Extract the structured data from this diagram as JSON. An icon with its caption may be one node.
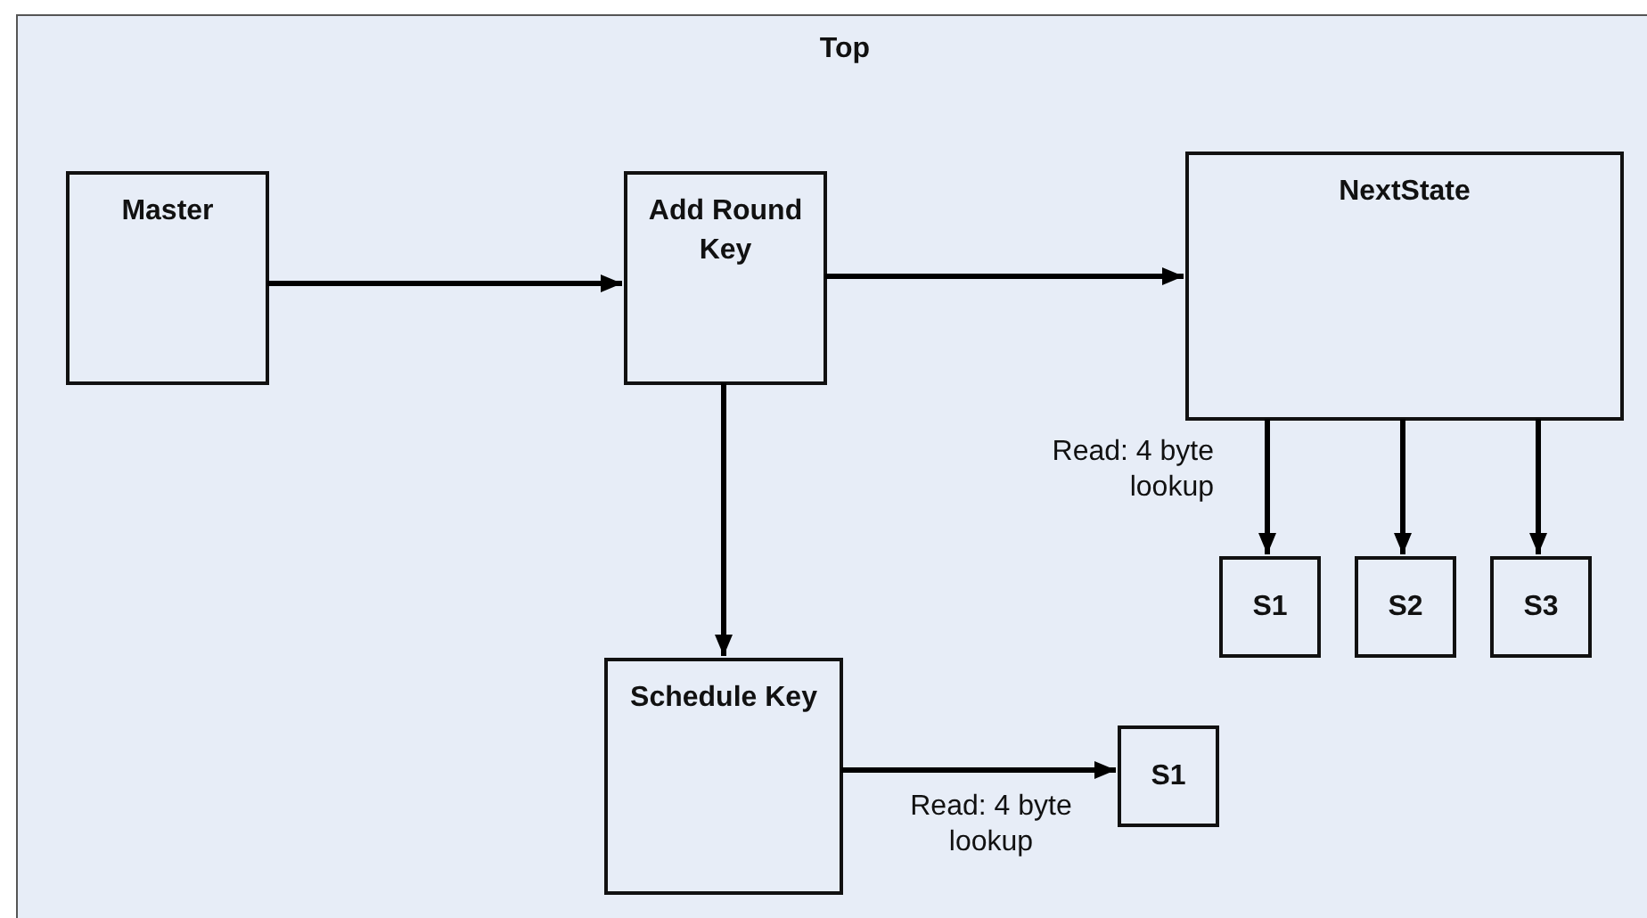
{
  "diagram": {
    "nodes": [
      {
        "text": [
          "Top"
        ]
      },
      {
        "text": [
          "Master"
        ],
        "in": 0
      },
      {
        "text": [
          "Add Round Key"
        ],
        "in": 0
      },
      {
        "text": [
          "NextState"
        ],
        "in": 0
      },
      {
        "text": [
          "S1"
        ],
        "in": 0
      },
      {
        "text": [
          "S2"
        ],
        "in": 0
      },
      {
        "text": [
          "S3"
        ],
        "in": 0
      },
      {
        "text": [
          "Schedule Key"
        ],
        "in": 0
      },
      {
        "text": [
          "S1"
        ],
        "in": 0
      }
    ],
    "edges": [
      {
        "from": 1,
        "to": 2,
        "arrow": "to"
      },
      {
        "from": 2,
        "to": 3,
        "arrow": "to"
      },
      {
        "from": 2,
        "to": 7,
        "arrow": "to"
      },
      {
        "from": 3,
        "to": 4,
        "arrow": "to",
        "label": "Read: 4 byte lookup"
      },
      {
        "from": 3,
        "to": 5,
        "arrow": "to"
      },
      {
        "from": 3,
        "to": 6,
        "arrow": "to"
      },
      {
        "from": 7,
        "to": 8,
        "arrow": "to",
        "label": "Read: 4 byte lookup"
      }
    ]
  }
}
